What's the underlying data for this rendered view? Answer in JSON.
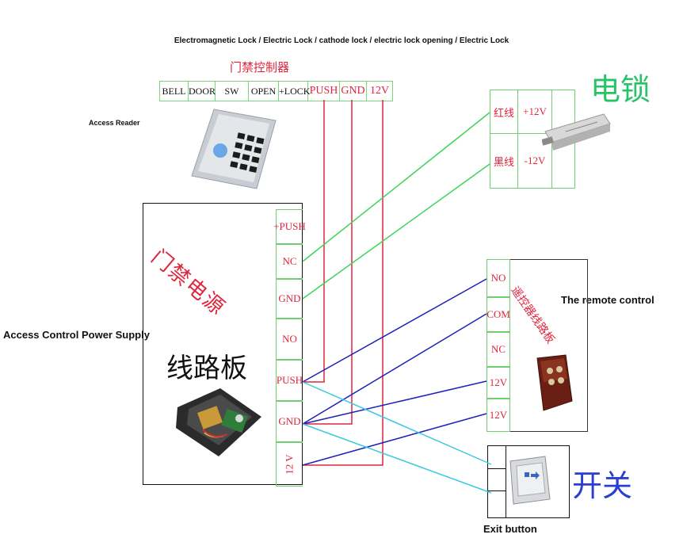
{
  "header": {
    "title": "Electromagnetic Lock / Electric Lock / cathode lock / electric lock opening / Electric Lock"
  },
  "controller": {
    "title": "门禁控制器",
    "terminals": [
      "BELL",
      "DOOR",
      "SW",
      "OPEN",
      "+LOCK",
      "PUSH",
      "GND",
      "12V"
    ]
  },
  "reader": {
    "label": "Access Reader"
  },
  "power_supply": {
    "label": "Access Control Power Supply",
    "title_cn": "门禁电源",
    "board_cn": "线路板",
    "terminals": [
      "+PUSH",
      "NC",
      "GND",
      "NO",
      "PUSH",
      "GND",
      "12 V"
    ]
  },
  "electric_lock": {
    "title": "电锁",
    "red_wire": "红线",
    "red_value": "+12V",
    "black_wire": "黑线",
    "black_value": "-12V"
  },
  "remote": {
    "label": "The remote control",
    "title_cn": "遥控器线路板",
    "terminals": [
      "NO",
      "COM",
      "NC",
      "12V",
      "12V"
    ]
  },
  "exit": {
    "title": "开关",
    "label": "Exit button"
  },
  "colors": {
    "green_wire": "#3fd45a",
    "red_wire": "#e0243c",
    "blue_wire": "#1e22b8",
    "cyan_wire": "#3cc9e0"
  }
}
